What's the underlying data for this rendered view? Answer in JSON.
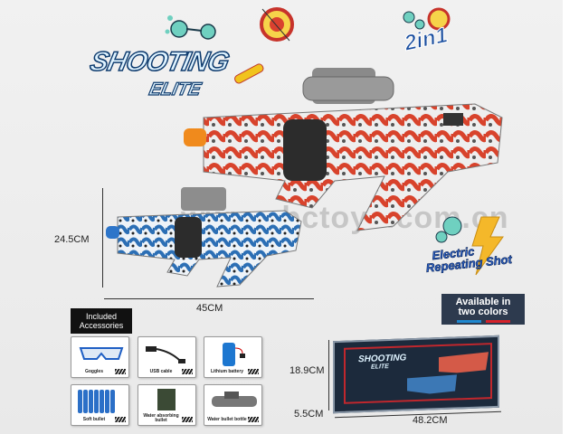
{
  "logo": {
    "line1": "SHOOTING",
    "line2": "ELITE"
  },
  "badge_2in1": "2in1",
  "feature_badge": {
    "line1": "Electric",
    "line2": "Repeating Shot"
  },
  "availability": {
    "text_line1": "Available in",
    "text_line2": "two colors",
    "colors": [
      "#1e88d0",
      "#d6222a"
    ]
  },
  "watermark": "www.abctoys.com.cn",
  "dimensions": {
    "gun_height": "24.5CM",
    "gun_length": "45CM",
    "box_height": "18.9CM",
    "box_depth": "5.5CM",
    "box_length": "48.2CM"
  },
  "accessories": {
    "title_line1": "Included",
    "title_line2": "Accessories",
    "items": [
      {
        "label": "Goggles",
        "icon": "goggles-icon"
      },
      {
        "label": "USB cable",
        "icon": "usb-cable-icon"
      },
      {
        "label": "Lithium battery",
        "icon": "battery-icon"
      },
      {
        "label": "Soft bullet",
        "icon": "soft-bullet-icon"
      },
      {
        "label": "Water absorbing bullet",
        "icon": "water-bullet-pack-icon"
      },
      {
        "label": "Water bullet bottle",
        "icon": "bullet-bottle-icon"
      }
    ]
  },
  "package": {
    "title_line1": "SHOOTING",
    "title_line2": "ELITE"
  }
}
